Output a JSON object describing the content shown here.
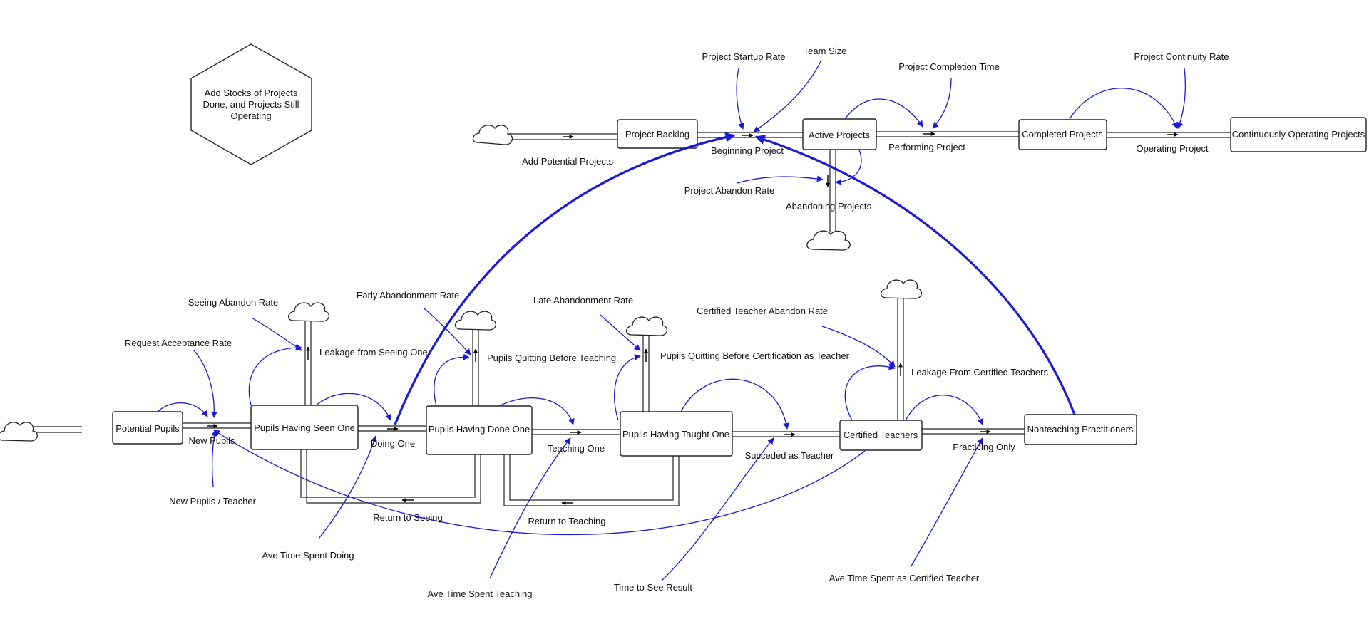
{
  "note": {
    "line1": "Add Stocks of Projects",
    "line2": "Done, and Projects Still",
    "line3": "Operating"
  },
  "colors": {
    "link": "#1a1ad6",
    "outline": "#222222",
    "background": "#ffffff"
  },
  "stocks": {
    "project_backlog": "Project Backlog",
    "active_projects": "Active Projects",
    "completed_projects": "Completed Projects",
    "continuously_operating_projects": "Continuously Operating Projects",
    "potential_pupils": "Potential Pupils",
    "pupils_having_seen_one": "Pupils Having Seen One",
    "pupils_having_done_one": "Pupils Having Done One",
    "pupils_having_taught_one": "Pupils Having Taught One",
    "certified_teachers": "Certified Teachers",
    "nonteaching_practitioners": "Nonteaching Practitioners"
  },
  "flows": {
    "add_potential_projects": "Add Potential Projects",
    "beginning_project": "Beginning Project",
    "performing_project": "Performing Project",
    "operating_project": "Operating Project",
    "abandoning_projects": "Abandoning Projects",
    "new_pupils": "New Pupils",
    "doing_one": "Doing One",
    "teaching_one": "Teaching One",
    "succeded_as_teacher": "Succeded as Teacher",
    "practicing_only": "Practicing Only",
    "leakage_from_seeing_one": "Leakage from Seeing One",
    "pupils_quitting_before_teaching": "Pupils Quitting Before Teaching",
    "pupils_quitting_before_certification": "Pupils Quitting Before Certification as Teacher",
    "leakage_from_certified_teachers": "Leakage From Certified Teachers",
    "return_to_seeing": "Return to Seeing",
    "return_to_teaching": "Return to Teaching"
  },
  "auxiliaries": {
    "project_startup_rate": "Project Startup Rate",
    "team_size": "Team Size",
    "project_completion_time": "Project Completion Time",
    "project_continuity_rate": "Project Continuity Rate",
    "project_abandon_rate": "Project Abandon Rate",
    "seeing_abandon_rate": "Seeing Abandon Rate",
    "request_acceptance_rate": "Request Acceptance Rate",
    "early_abandonment_rate": "Early Abandonment Rate",
    "late_abandonment_rate": "Late Abandonment Rate",
    "certified_teacher_abandon_rate": "Certified Teacher Abandon Rate",
    "new_pupils_per_teacher": "New Pupils / Teacher",
    "ave_time_spent_doing": "Ave Time Spent Doing",
    "ave_time_spent_teaching": "Ave Time Spent Teaching",
    "time_to_see_result": "Time to See Result",
    "ave_time_spent_as_certified_teacher": "Ave Time Spent as Certified Teacher"
  }
}
